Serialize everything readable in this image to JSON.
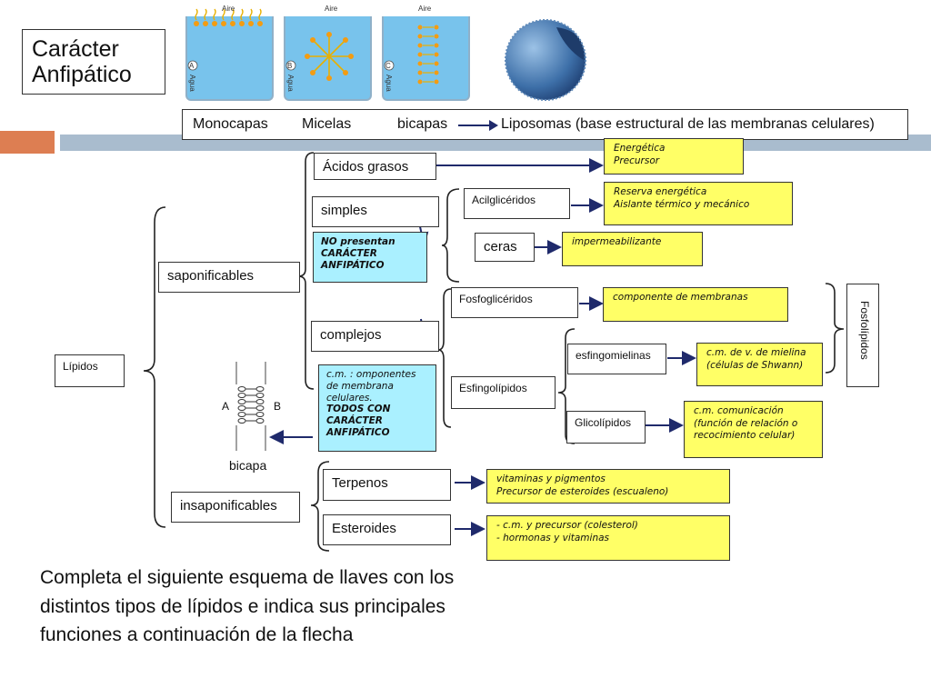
{
  "title": "Carácter\nAnfipático",
  "illustrations": {
    "air_label": "Aire",
    "water_label": "Agua",
    "panel_letters": [
      "A",
      "B",
      "C"
    ],
    "membrane_letters": [
      "A",
      "B"
    ],
    "bilayer_label": "bicapa"
  },
  "legend": {
    "items": [
      "Monocapas",
      "Micelas",
      "bicapas"
    ],
    "target": "Liposomas (base estructural de las membranas celulares)"
  },
  "root": "Lípidos",
  "branches": {
    "saponificables": "saponificables",
    "insaponificables": "insaponificables"
  },
  "saponificable_types": {
    "acidos_grasos": "Ácidos grasos",
    "simples": "simples",
    "complejos": "complejos"
  },
  "simple_note": "NO presentan\nCARÁCTER\nANFIPÁTICO",
  "complex_note": {
    "text": "c.m. : omponentes\nde membrana\ncelulares.",
    "emphasis": "TODOS CON\nCARÁCTER\nANFIPÁTICO"
  },
  "subtypes": {
    "acilgliceridos": "Acilglicéridos",
    "ceras": "ceras",
    "fosfogliceridos": "Fosfoglicéridos",
    "esfingolipidos": "Esfingolípidos",
    "esfingomielinas": "esfingomielinas",
    "glicolipidos": "Glicolípidos",
    "terpenos": "Terpenos",
    "esteroides": "Esteroides"
  },
  "group_label": "Fosfolípidos",
  "functions": {
    "acidos_grasos": "Energética\nPrecursor",
    "acilgliceridos": "Reserva energética\nAislante térmico y mecánico",
    "ceras": "impermeabilizante",
    "fosfogliceridos": "componente de membranas",
    "esfingomielinas": "c.m. de v. de mielina\n(células de Shwann)",
    "glicolipidos": "c.m. comunicación\n(función de relación o\nrecocimiento celular)",
    "terpenos": "vitaminas y pigmentos\nPrecursor de esteroides (escualeno)",
    "esteroides": "- c.m. y precursor (colesterol)\n- hormonas y vitaminas"
  },
  "instruction": "Completa el siguiente esquema de llaves con los distintos tipos de lípidos e indica sus principales funciones a continuación de la flecha",
  "colors": {
    "accent_orange": "#dd7e52",
    "accent_bar": "#a9bcce",
    "note_yellow": "#ffff66",
    "note_cyan": "#aaf0ff",
    "water": "#78c3ec",
    "arrow_navy": "#1f2a6b"
  }
}
